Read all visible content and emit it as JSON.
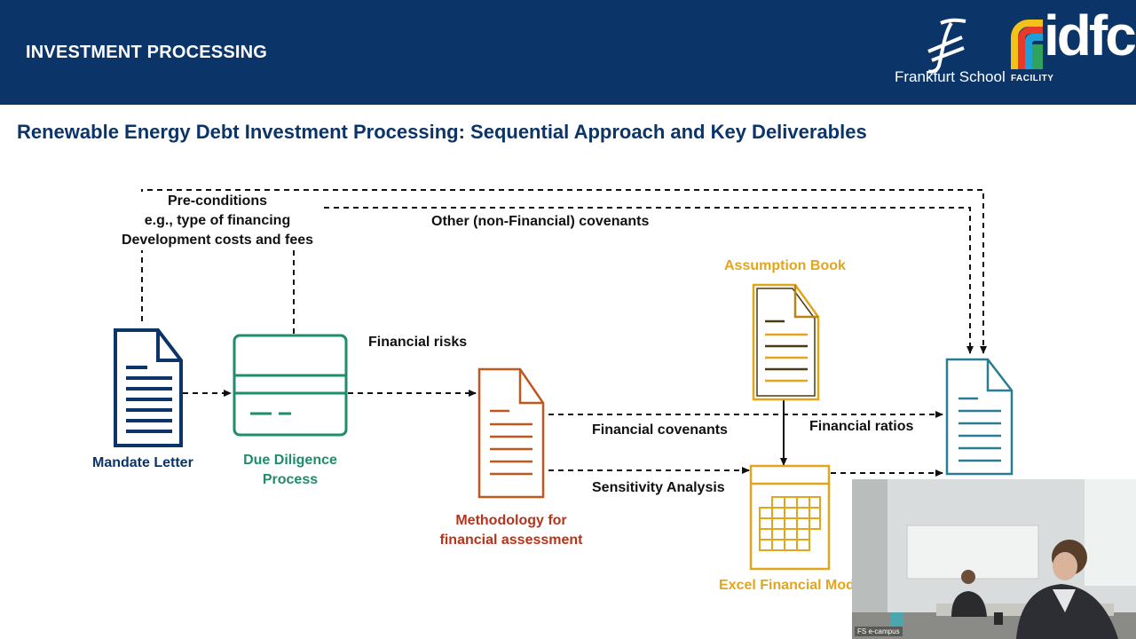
{
  "header": {
    "title": "INVESTMENT PROCESSING",
    "fs_logo_text": "Frankfurt School",
    "idfc_logo_text": "idfc",
    "idfc_facility_text": "FACILITY"
  },
  "slide": {
    "title": "Renewable Energy Debt Investment Processing: Sequential Approach and Key Deliverables"
  },
  "diagram": {
    "preconditions": [
      "Pre-conditions",
      "e.g., type of financing",
      "Development costs and fees"
    ],
    "other_covenants": "Other (non-Financial) covenants",
    "financial_risks": "Financial risks",
    "financial_covenants": "Financial covenants",
    "financial_ratios": "Financial ratios",
    "sensitivity_analysis": "Sensitivity Analysis",
    "assumption_book": "Assumption Book",
    "mandate_letter": "Mandate Letter",
    "due_diligence": [
      "Due Diligence",
      "Process"
    ],
    "methodology": [
      "Methodology for",
      "financial assessment"
    ],
    "excel_model": "Excel Financial Mod",
    "colors": {
      "mandate": "#0b3468",
      "due_diligence": "#1f8c6b",
      "methodology": "#c0581e",
      "methodology_label": "#b5341b",
      "assumption": "#e2a61c",
      "excel": "#e2a61c",
      "output_doc": "#2a7c92"
    }
  },
  "video_overlay": {
    "caption": "FS e-campus"
  }
}
